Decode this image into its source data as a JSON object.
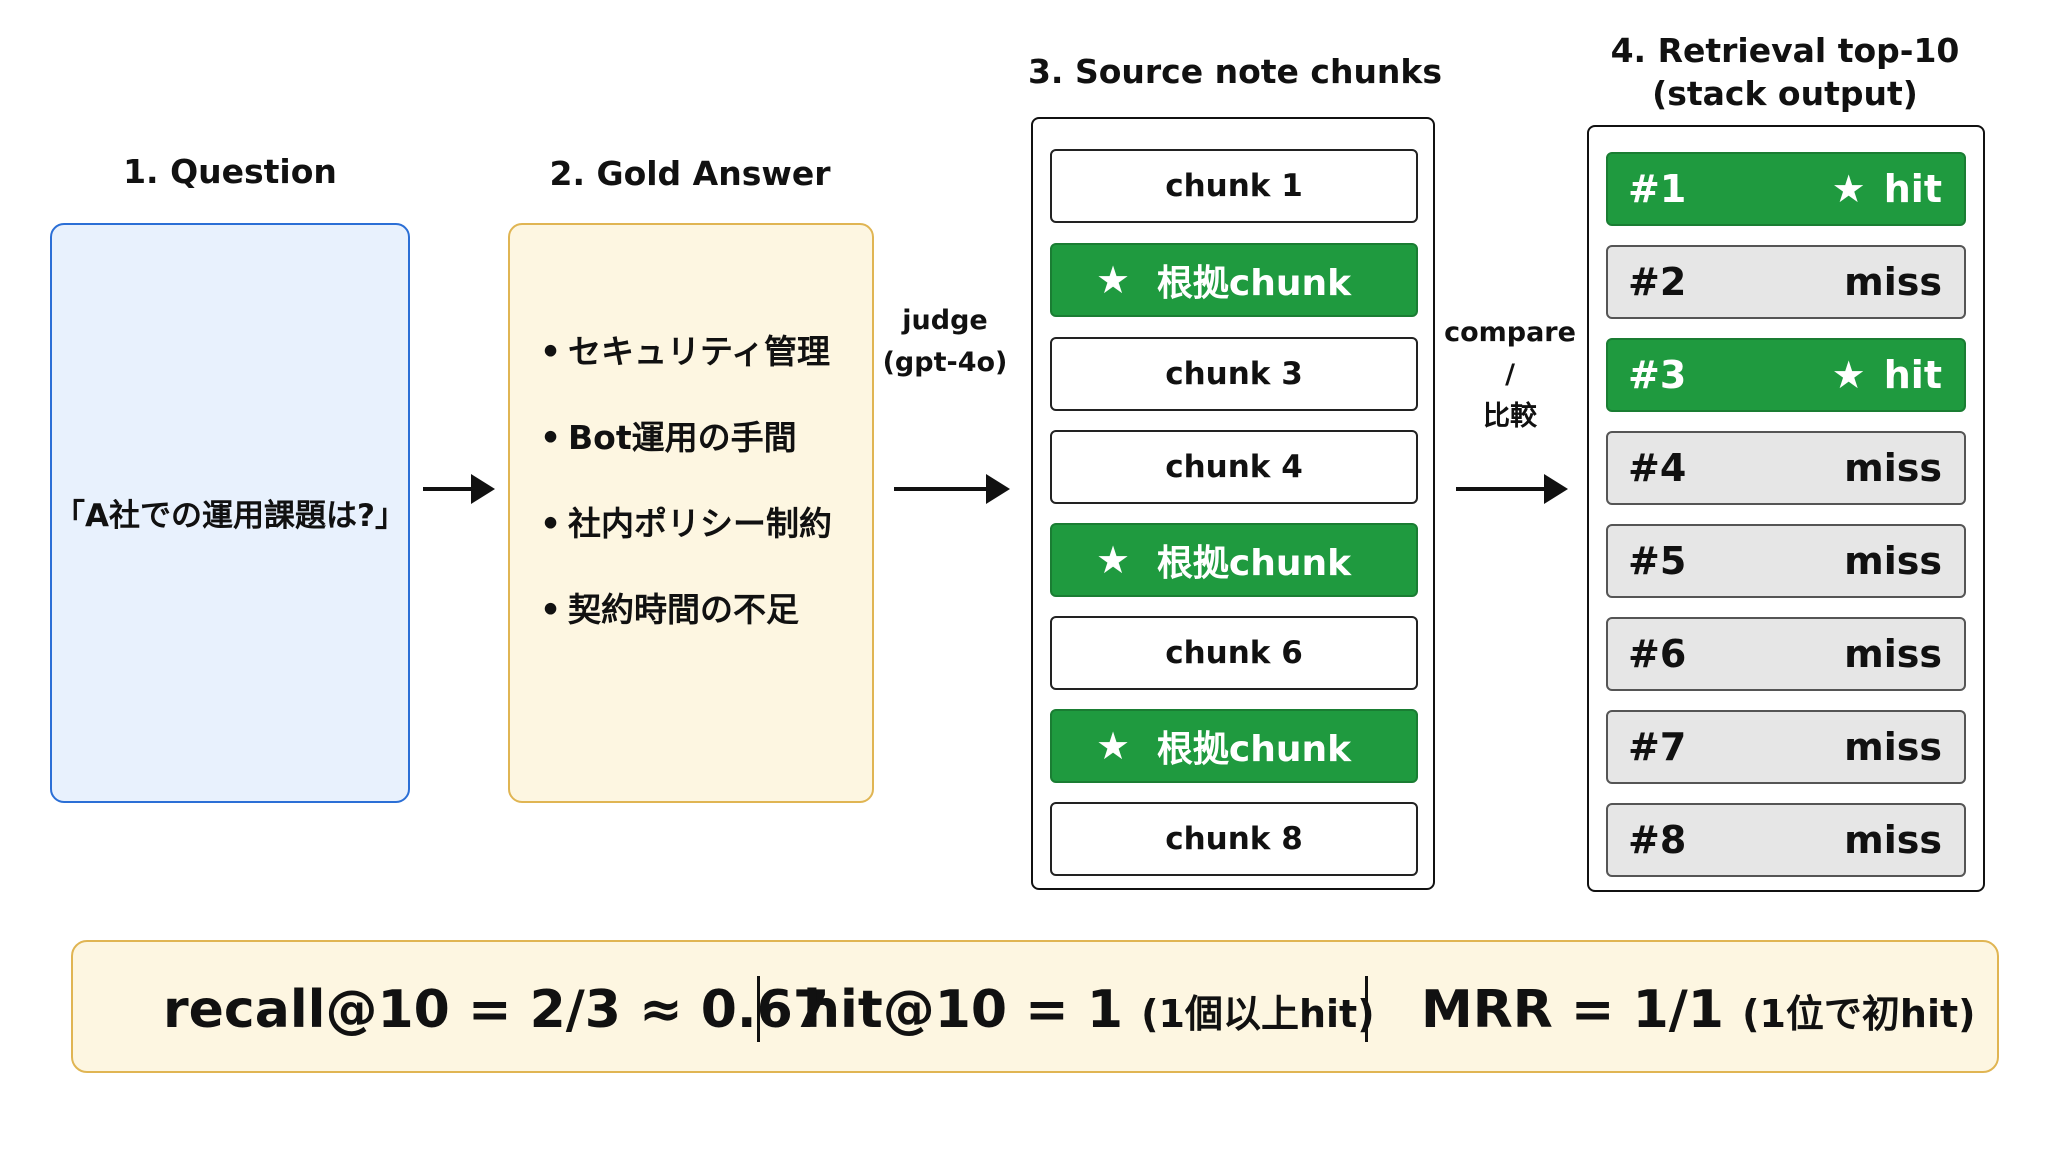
{
  "question": {
    "heading": "1. Question",
    "text": "「A社での運用課題は?」"
  },
  "gold_answer": {
    "heading": "2. Gold Answer",
    "bullets": [
      "セキュリティ管理",
      "Bot運用の手間",
      "社内ポリシー制約",
      "契約時間の不足"
    ]
  },
  "judge": {
    "label_line1": "judge",
    "label_line2": "(gpt-4o)"
  },
  "source_chunks": {
    "heading": "3. Source note chunks",
    "items": [
      {
        "label": "chunk 1",
        "gold": false
      },
      {
        "label": "根拠chunk",
        "gold": true,
        "icon": "star-icon",
        "icon_glyph": "★"
      },
      {
        "label": "chunk 3",
        "gold": false
      },
      {
        "label": "chunk 4",
        "gold": false
      },
      {
        "label": "根拠chunk",
        "gold": true,
        "icon": "star-icon",
        "icon_glyph": "★"
      },
      {
        "label": "chunk 6",
        "gold": false
      },
      {
        "label": "根拠chunk",
        "gold": true,
        "icon": "star-icon",
        "icon_glyph": "★"
      },
      {
        "label": "chunk 8",
        "gold": false
      }
    ]
  },
  "compare": {
    "label_line1": "compare /",
    "label_line2": "比較"
  },
  "retrieval": {
    "heading_line1": "4. Retrieval top-10",
    "heading_line2": "(stack output)",
    "items": [
      {
        "rank": "#1",
        "status": "hit",
        "hit": true,
        "icon_glyph": "★"
      },
      {
        "rank": "#2",
        "status": "miss",
        "hit": false
      },
      {
        "rank": "#3",
        "status": "hit",
        "hit": true,
        "icon_glyph": "★"
      },
      {
        "rank": "#4",
        "status": "miss",
        "hit": false
      },
      {
        "rank": "#5",
        "status": "miss",
        "hit": false
      },
      {
        "rank": "#6",
        "status": "miss",
        "hit": false
      },
      {
        "rank": "#7",
        "status": "miss",
        "hit": false
      },
      {
        "rank": "#8",
        "status": "miss",
        "hit": false
      }
    ]
  },
  "metrics": {
    "recall": "recall@10 = 2/3 ≈ 0.67",
    "hit_main": "hit@10 = 1",
    "hit_note": "(1個以上hit)",
    "mrr_main": "MRR = 1/1",
    "mrr_note": "(1位で初hit)"
  },
  "colors": {
    "hit_green": "#1f9a3f",
    "question_blue": "#e8f1fd",
    "answer_yellow": "#fdf6e1",
    "miss_gray": "#e6e6e6"
  }
}
